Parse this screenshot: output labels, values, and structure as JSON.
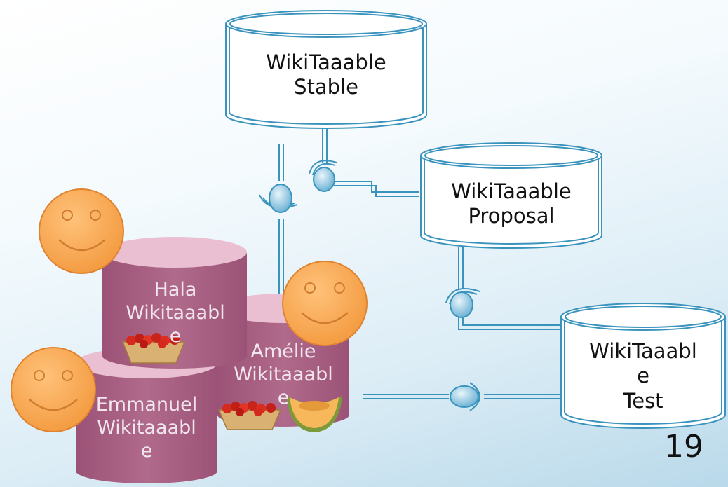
{
  "databases": {
    "stable": "WikiTaaable\nStable",
    "proposal": "WikiTaaable\nProposal",
    "test": "WikiTaaabl\ne\nTest",
    "hala": "Hala\nWikitaaabl\ne",
    "amelie": "Amélie\nWikitaaabl\ne",
    "emmanuel": "Emmanuel\nWikitaaabl\ne"
  },
  "page_number": "19",
  "colors": {
    "line": "#3a93bd",
    "user_db_fill": "#a55d7f",
    "smiley_fill": "#f6a14b"
  },
  "icons": [
    "smiley-icon",
    "strawberry-basket-icon",
    "melon-icon"
  ]
}
